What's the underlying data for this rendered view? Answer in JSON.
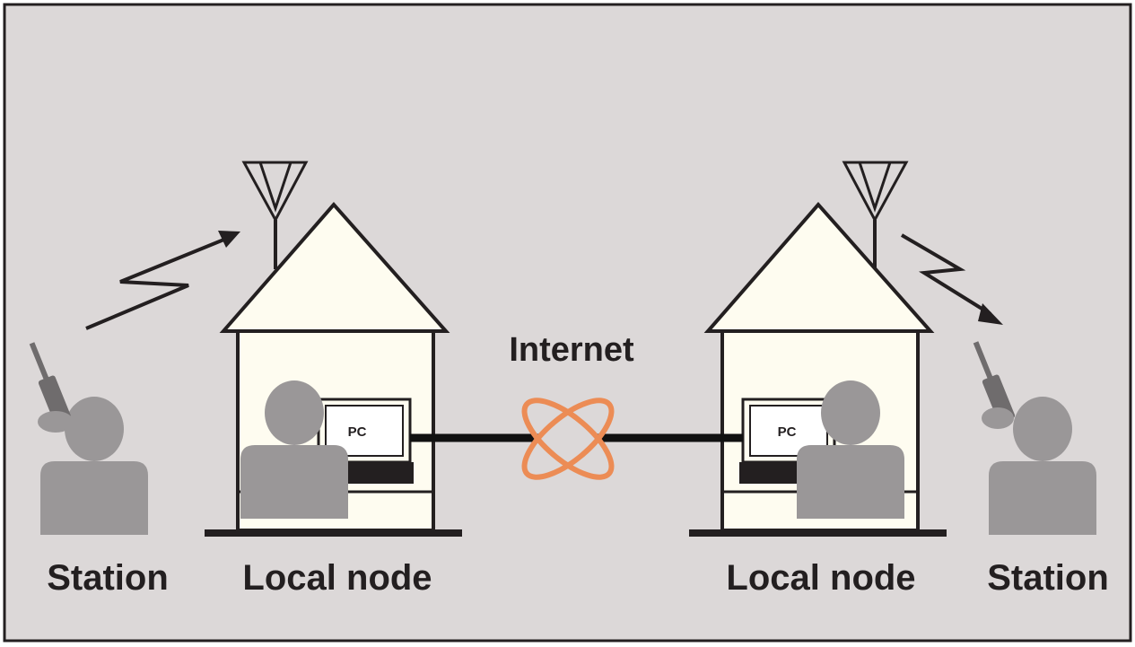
{
  "diagram": {
    "labels": {
      "internet": "Internet",
      "left_station": "Station",
      "left_node": "Local node",
      "right_node": "Local node",
      "right_station": "Station"
    },
    "screen_text": "PC"
  },
  "colors": {
    "background": "#dcd8d8",
    "border": "#231f20",
    "house_fill": "#fefcf0",
    "person": "#9a9798",
    "internet_symbol": "#ec8c55",
    "line": "#111111"
  }
}
